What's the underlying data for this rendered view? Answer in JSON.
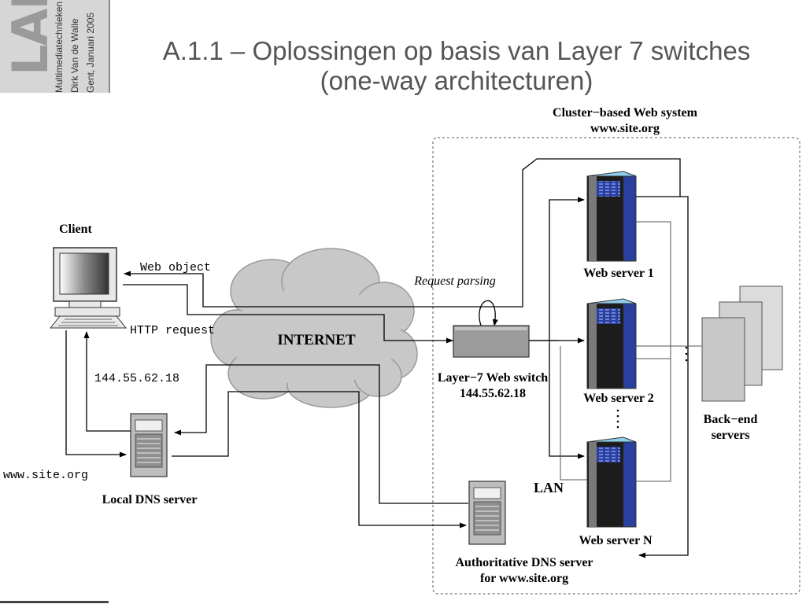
{
  "header": {
    "logo_mark": "LAB",
    "logo_lines": [
      "Multimediatechnieken",
      "Dirk Van de Walle",
      "Gent, Januari 2005"
    ],
    "title_line1": "A.1.1 – Oplossingen op basis van Layer 7 switches",
    "title_line2": "(one-way architecturen)"
  },
  "diagram": {
    "cluster_title_line1": "Cluster−based Web system",
    "cluster_title_line2": "www.site.org",
    "client_label": "Client",
    "web_object_label": "Web object",
    "http_request_label": "HTTP request",
    "request_parsing_label": "Request parsing",
    "internet_label": "INTERNET",
    "client_ip_label": "144.55.62.18",
    "switch_label_line1": "Layer−7 Web switch",
    "switch_label_line2": "144.55.62.18",
    "site_label": "www.site.org",
    "local_dns_label": "Local DNS server",
    "web_server_1_label": "Web server 1",
    "web_server_2_label": "Web server 2",
    "web_server_n_label": "Web server N",
    "lan_label": "LAN",
    "backend_label_line1": "Back−end",
    "backend_label_line2": "servers",
    "auth_dns_label_line1": "Authoritative DNS server",
    "auth_dns_label_line2": "for www.site.org"
  },
  "colors": {
    "rack_body": "#1c1c1c",
    "rack_side": "#2a3f9e",
    "rack_top": "#8dd0ee",
    "cloud": "#c8c8c8",
    "switch": "#9c9c9c",
    "title_text": "#555555"
  }
}
